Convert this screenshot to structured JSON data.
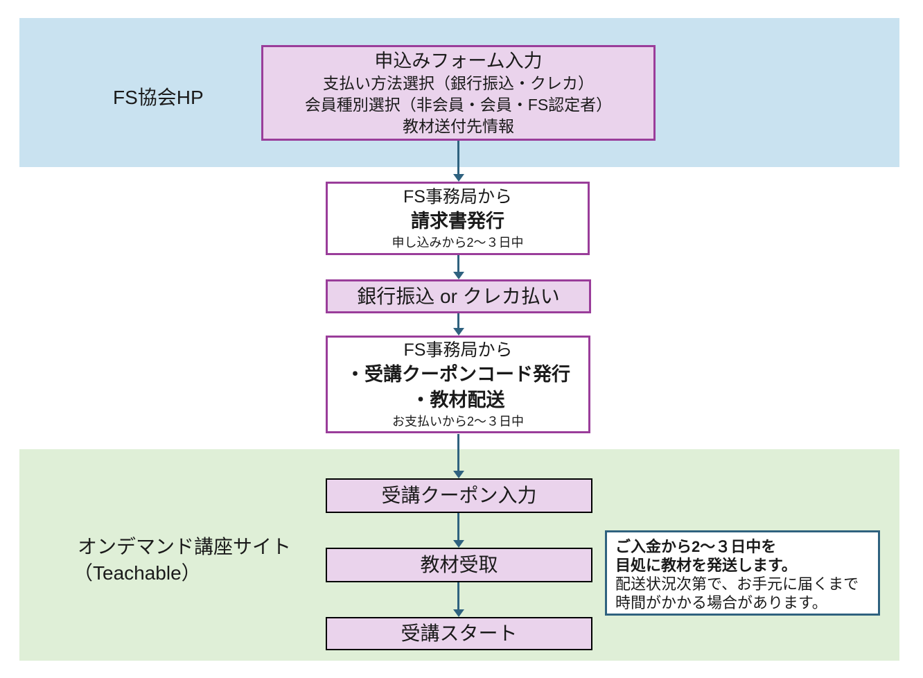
{
  "colors": {
    "blue_band": "#c9e2f0",
    "green_band": "#dfefd7",
    "pink_fill": "#ead3ec",
    "purple_border": "#9a3d9a",
    "black_border": "#000000",
    "arrow": "#2f627f",
    "note_border": "#2f627f",
    "text": "#1a1a1a"
  },
  "bands": {
    "fs_site": {
      "label": "FS協会HP"
    },
    "ondemand": {
      "line1": "オンデマンド講座サイト",
      "line2": "（Teachable）"
    }
  },
  "flow": {
    "apply_form": {
      "title": "申込みフォーム入力",
      "line2": "支払い方法選択（銀行振込・クレカ）",
      "line3": "会員種別選択（非会員・会員・FS認定者）",
      "line4": "教材送付先情報"
    },
    "invoice": {
      "line1": "FS事務局から",
      "line2": "請求書発行",
      "line3": "申し込みから2～３日中"
    },
    "payment": {
      "label": "銀行振込 or クレカ払い"
    },
    "coupon_issue": {
      "line1": "FS事務局から",
      "line2": "・受講クーポンコード発行",
      "line3": "・教材配送",
      "line4": "お支払いから2～３日中"
    },
    "coupon_input": {
      "label": "受講クーポン入力"
    },
    "material_receive": {
      "label": "教材受取"
    },
    "course_start": {
      "label": "受講スタート"
    }
  },
  "note": {
    "line1": "ご入金から2～３日中を",
    "line2": "目処に教材を発送します。",
    "line3": "配送状況次第で、お手元に届くまで",
    "line4": "時間がかかる場合があります。"
  }
}
